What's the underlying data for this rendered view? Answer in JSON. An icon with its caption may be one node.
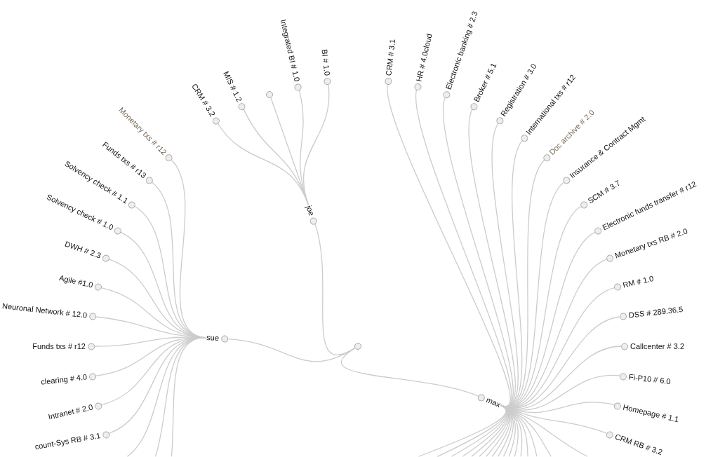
{
  "diagram": {
    "nodes": [
      {
        "text": [],
        "shape": "circle"
      },
      {
        "text": [
          "sue"
        ]
      },
      {
        "text": [
          "joe"
        ]
      },
      {
        "text": [
          "max"
        ]
      },
      {
        "text": [
          "Monetary txs # r12"
        ]
      },
      {
        "text": [
          "Funds txs # r13"
        ]
      },
      {
        "text": [
          "Solvency check # 1.1"
        ]
      },
      {
        "text": [
          "Solvency check # 1.0"
        ]
      },
      {
        "text": [
          "DWH # 2.3"
        ]
      },
      {
        "text": [
          "Agile #1.0"
        ]
      },
      {
        "text": [
          "Neuronal Network # 12.0"
        ]
      },
      {
        "text": [
          "Funds txs # r12"
        ]
      },
      {
        "text": [
          "clearing # 4.0"
        ]
      },
      {
        "text": [
          "Intranet # 2.0"
        ]
      },
      {
        "text": [
          "count-Sys RB # 3.1"
        ]
      },
      {
        "text": [
          "CRM # 3.2"
        ]
      },
      {
        "text": [
          "MIS # 1.2"
        ]
      },
      {
        "text": [],
        "shape": "circle"
      },
      {
        "text": [
          "Integrated BI # 1.0"
        ]
      },
      {
        "text": [
          "BI # 1.0"
        ]
      },
      {
        "text": [
          "CRM # 3.1"
        ]
      },
      {
        "text": [
          "HR # 4.0cloud"
        ]
      },
      {
        "text": [
          "Electronic banking # 2.3"
        ]
      },
      {
        "text": [
          "Broker # 5.1"
        ]
      },
      {
        "text": [
          "Registration # 3.0"
        ]
      },
      {
        "text": [
          "International txs # r12"
        ]
      },
      {
        "text": [
          "Doc archive # 2.0"
        ]
      },
      {
        "text": [
          "Insurance & Contract Mgmt"
        ]
      },
      {
        "text": [
          "SCM # 3.7"
        ]
      },
      {
        "text": [
          "Electronic funds transfer # r12"
        ]
      },
      {
        "text": [
          "Monetary txs RB # 2.0"
        ]
      },
      {
        "text": [
          "RM # 1.0"
        ]
      },
      {
        "text": [
          "DSS # 289.36.5"
        ]
      },
      {
        "text": [
          "Callcenter # 3.2"
        ]
      },
      {
        "text": [
          "Fi-P10 # 6.0"
        ]
      },
      {
        "text": [
          "Homepage # 1.1"
        ]
      },
      {
        "text": [
          "CRM RB # 3.2"
        ]
      }
    ],
    "edges": [
      {
        "from": 0,
        "to": 1,
        "arrow": "none"
      },
      {
        "from": 0,
        "to": 2,
        "arrow": "none"
      },
      {
        "from": 0,
        "to": 3,
        "arrow": "none"
      },
      {
        "from": 1,
        "to": 4,
        "arrow": "none"
      },
      {
        "from": 1,
        "to": 5,
        "arrow": "none"
      },
      {
        "from": 1,
        "to": 6,
        "arrow": "none"
      },
      {
        "from": 1,
        "to": 7,
        "arrow": "none"
      },
      {
        "from": 1,
        "to": 8,
        "arrow": "none"
      },
      {
        "from": 1,
        "to": 9,
        "arrow": "none"
      },
      {
        "from": 1,
        "to": 10,
        "arrow": "none"
      },
      {
        "from": 1,
        "to": 11,
        "arrow": "none"
      },
      {
        "from": 1,
        "to": 12,
        "arrow": "none"
      },
      {
        "from": 1,
        "to": 13,
        "arrow": "none"
      },
      {
        "from": 1,
        "to": 14,
        "arrow": "none"
      },
      {
        "from": 1,
        "to": null,
        "arrow": "none"
      },
      {
        "from": 1,
        "to": null,
        "arrow": "none"
      },
      {
        "from": 1,
        "to": null,
        "arrow": "none"
      },
      {
        "from": 2,
        "to": 15,
        "arrow": "none"
      },
      {
        "from": 2,
        "to": 16,
        "arrow": "none"
      },
      {
        "from": 2,
        "to": 17,
        "arrow": "none"
      },
      {
        "from": 2,
        "to": 18,
        "arrow": "none"
      },
      {
        "from": 2,
        "to": 19,
        "arrow": "none"
      },
      {
        "from": 3,
        "to": 20,
        "arrow": "none"
      },
      {
        "from": 3,
        "to": 21,
        "arrow": "none"
      },
      {
        "from": 3,
        "to": 22,
        "arrow": "none"
      },
      {
        "from": 3,
        "to": 23,
        "arrow": "none"
      },
      {
        "from": 3,
        "to": 24,
        "arrow": "none"
      },
      {
        "from": 3,
        "to": 25,
        "arrow": "none"
      },
      {
        "from": 3,
        "to": 26,
        "arrow": "none"
      },
      {
        "from": 3,
        "to": 27,
        "arrow": "none"
      },
      {
        "from": 3,
        "to": 28,
        "arrow": "none"
      },
      {
        "from": 3,
        "to": 29,
        "arrow": "none"
      },
      {
        "from": 3,
        "to": 30,
        "arrow": "none"
      },
      {
        "from": 3,
        "to": 31,
        "arrow": "none"
      },
      {
        "from": 3,
        "to": 32,
        "arrow": "none"
      },
      {
        "from": 3,
        "to": 33,
        "arrow": "none"
      },
      {
        "from": 3,
        "to": 34,
        "arrow": "none"
      },
      {
        "from": 3,
        "to": 35,
        "arrow": "none"
      },
      {
        "from": 3,
        "to": 36,
        "arrow": "none"
      },
      {
        "from": 3,
        "to": null,
        "arrow": "none"
      },
      {
        "from": 3,
        "to": null,
        "arrow": "none"
      },
      {
        "from": 3,
        "to": null,
        "arrow": "none"
      },
      {
        "from": 3,
        "to": null,
        "arrow": "none"
      },
      {
        "from": 3,
        "to": null,
        "arrow": "none"
      },
      {
        "from": 3,
        "to": null,
        "arrow": "none"
      },
      {
        "from": 3,
        "to": null,
        "arrow": "none"
      },
      {
        "from": 3,
        "to": null,
        "arrow": "none"
      },
      {
        "from": 3,
        "to": null,
        "arrow": "none"
      },
      {
        "from": 3,
        "to": null,
        "arrow": "none"
      },
      {
        "from": 3,
        "to": null,
        "arrow": "none"
      },
      {
        "from": 3,
        "to": null,
        "arrow": "none"
      },
      {
        "from": 3,
        "to": null,
        "arrow": "none"
      },
      {
        "from": 3,
        "to": null,
        "arrow": "none"
      },
      {
        "from": 3,
        "to": null,
        "arrow": "none"
      },
      {
        "from": 3,
        "to": null,
        "arrow": "none"
      },
      {
        "from": 3,
        "to": null,
        "arrow": "none"
      }
    ]
  }
}
